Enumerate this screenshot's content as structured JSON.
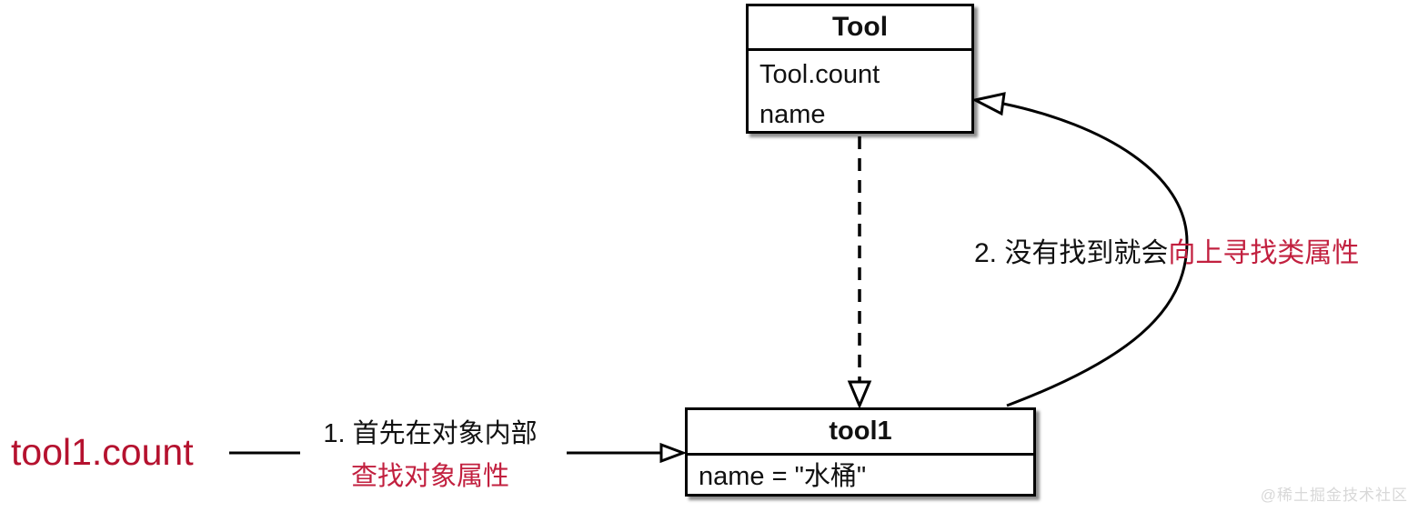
{
  "class_box": {
    "title": "Tool",
    "attributes": [
      "Tool.count",
      "name"
    ]
  },
  "instance_box": {
    "title": "tool1",
    "attributes": [
      "name = \"水桶\""
    ]
  },
  "expression": "tool1.count",
  "step1": {
    "line1": "1. 首先在对象内部",
    "line2": "查找对象属性"
  },
  "step2": {
    "black": "2. 没有找到就会",
    "red": "向上寻找类属性"
  },
  "watermark": "@稀土掘金技术社区",
  "colors": {
    "expression_red": "#b5122f",
    "highlight_red": "#c2203f",
    "line_black": "#000000",
    "watermark_gray": "#d8d8d8",
    "box_background": "#ffffff"
  }
}
